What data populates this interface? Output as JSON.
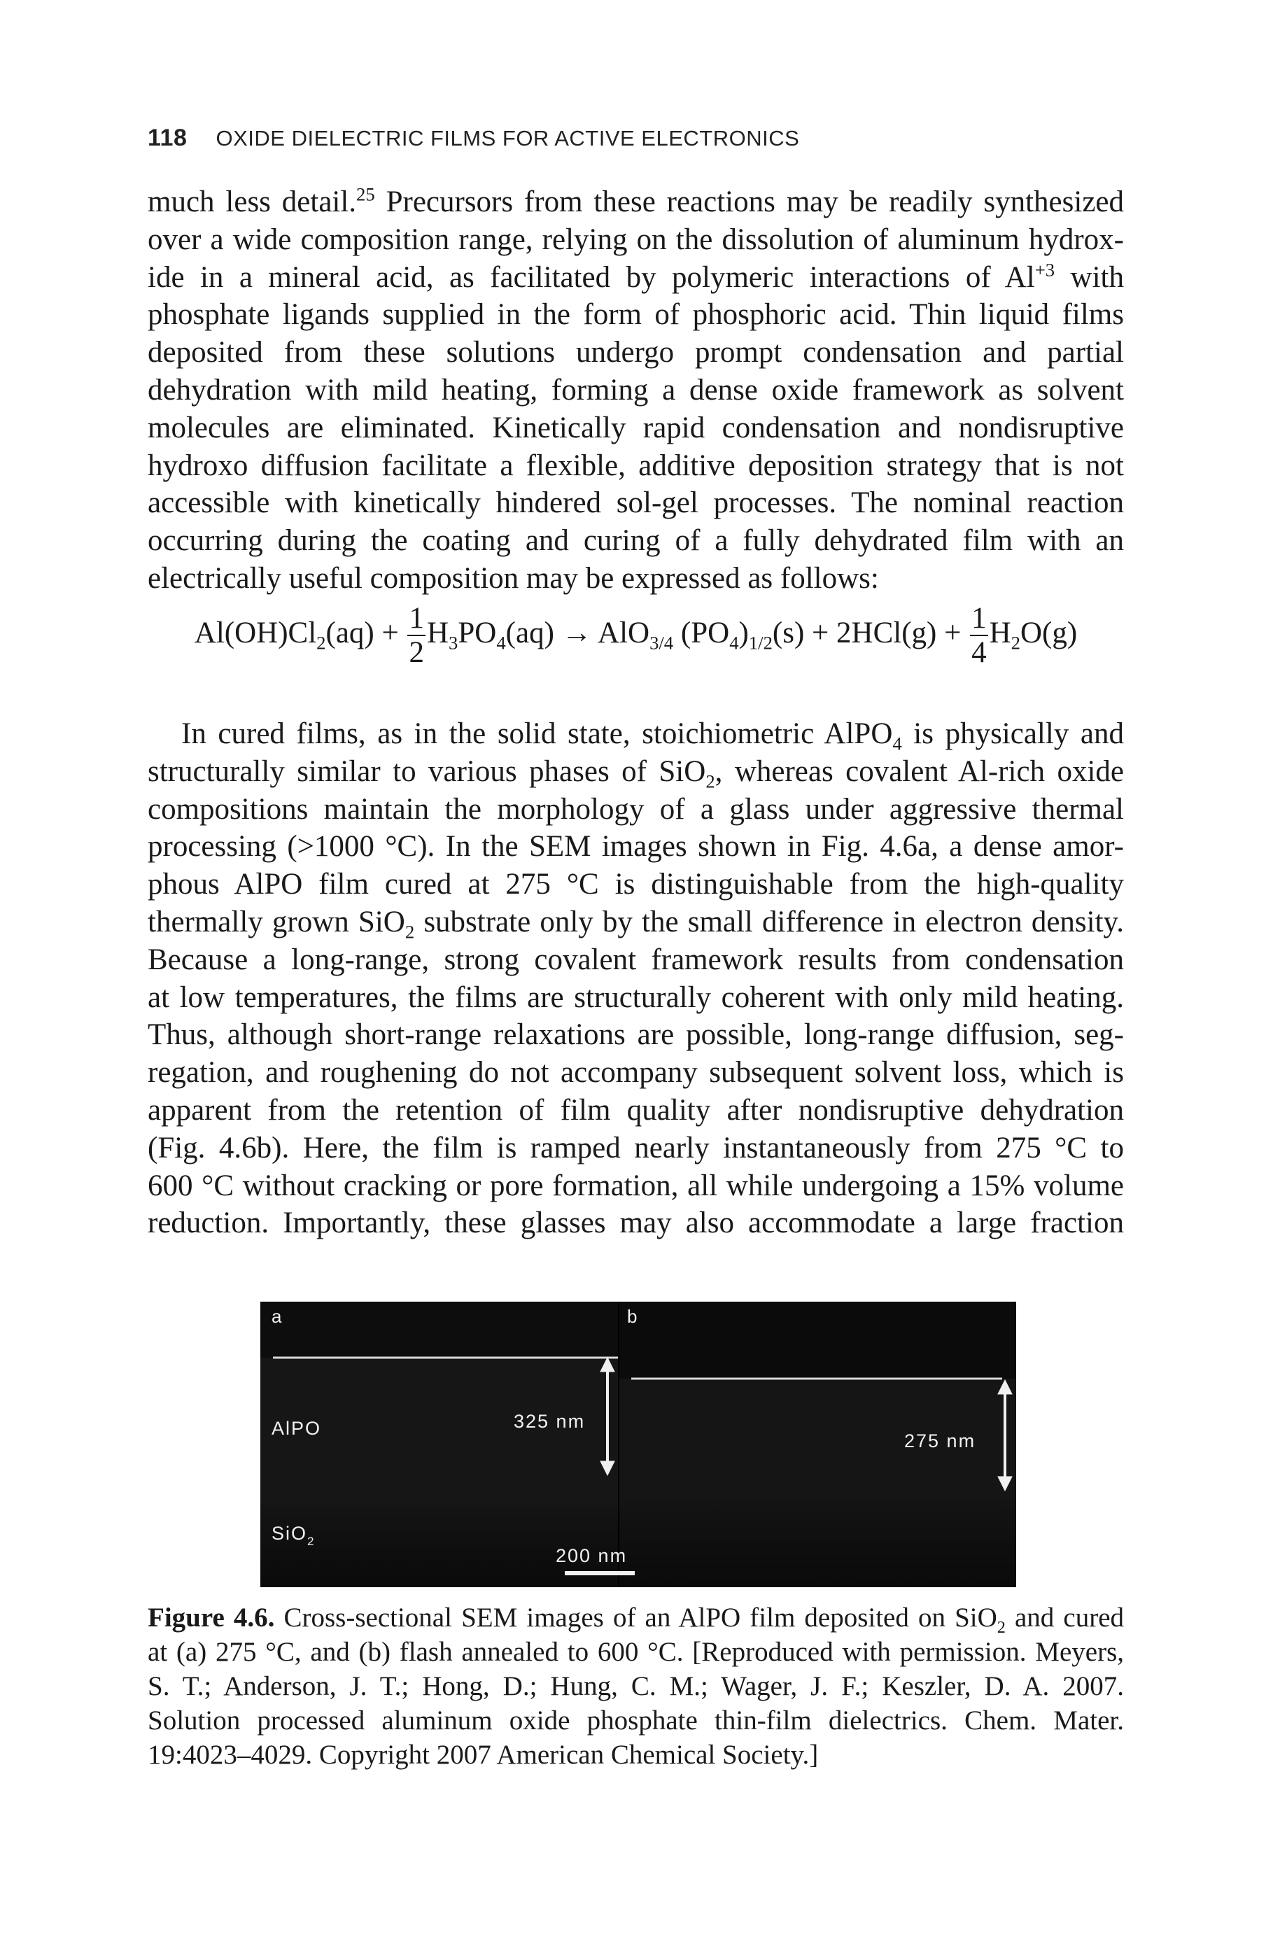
{
  "header": {
    "page_number": "118",
    "running_title": "OXIDE DIELECTRIC FILMS FOR ACTIVE ELECTRONICS"
  },
  "paragraph1": {
    "lines": [
      [
        "much less detail.",
        "25",
        " Precursors from these reactions may be readily synthesized"
      ],
      [
        "over a wide composition range, relying on the dissolution of aluminum hydrox-"
      ],
      [
        "ide in a mineral acid, as facilitated by polymeric interactions of Al",
        "+3",
        " with"
      ],
      [
        "phosphate ligands supplied in the form of phosphoric acid. Thin liquid films"
      ],
      [
        "deposited from these solutions undergo prompt condensation and partial"
      ],
      [
        "dehydration with mild heating, forming a dense oxide framework as solvent"
      ],
      [
        "molecules are eliminated. Kinetically rapid condensation and nondisruptive"
      ],
      [
        "hydroxo diffusion facilitate a flexible, additive deposition strategy that is not"
      ],
      [
        "accessible with kinetically hindered sol-gel processes. The nominal reaction"
      ],
      [
        "occurring during the coating and curing of a fully dehydrated film with an"
      ],
      [
        "electrically useful composition may be expressed as follows:"
      ]
    ]
  },
  "equation": {
    "t1": "Al(OH)Cl",
    "t1s": "2",
    "t2": "(aq) + ",
    "f1n": "1",
    "f1d": "2",
    "t3": "H",
    "t3s": "3",
    "t4": "PO",
    "t4s": "4",
    "t5": "(aq) → AlO",
    "t5s": "3/4",
    "t6": " (PO",
    "t6s": "4",
    "t7": ")",
    "t7s": "1/2",
    "t8": "(s) + 2HCl(g) + ",
    "f2n": "1",
    "f2d": "4",
    "t9": "H",
    "t9s": "2",
    "t10": "O(g)"
  },
  "paragraph2": {
    "lines": [
      [
        "In cured films, as in the solid state, stoichiometric AlPO",
        "4",
        " is physically and"
      ],
      [
        "structurally similar to various phases of SiO",
        "2",
        ", whereas covalent Al-rich oxide"
      ],
      [
        "compositions maintain the morphology of a glass under aggressive thermal"
      ],
      [
        "processing (>1000 °C). In the SEM images shown in Fig. 4.6a, a dense amor-"
      ],
      [
        "phous AlPO film cured at 275 °C is distinguishable from the high-quality"
      ],
      [
        "thermally grown SiO",
        "2",
        " substrate only by the small difference in electron density."
      ],
      [
        "Because a long-range, strong covalent framework results from condensation"
      ],
      [
        "at low temperatures, the films are structurally coherent with only mild heating."
      ],
      [
        "Thus, although short-range relaxations are possible, long-range diffusion, seg-"
      ],
      [
        "regation, and roughening do not accompany subsequent solvent loss, which is"
      ],
      [
        "apparent from the retention of film quality after nondisruptive dehydration"
      ],
      [
        "(Fig. 4.6b). Here, the film is ramped nearly instantaneously from 275 °C to"
      ],
      [
        "600 °C without cracking or pore formation, all while undergoing a 15% volume"
      ],
      [
        "reduction. Importantly, these glasses may also accommodate a large fraction"
      ]
    ]
  },
  "figure": {
    "panel_a_label": "a",
    "panel_b_label": "b",
    "layer_film": "AlPO",
    "layer_substrate": "SiO",
    "layer_substrate_sub": "2",
    "thickness_a": "325 nm",
    "thickness_b": "275 nm",
    "scale_bar": "200 nm"
  },
  "caption": {
    "label": "Figure 4.6.",
    "lines": [
      [
        " Cross-sectional SEM images of an AlPO film deposited on SiO",
        "2",
        " and cured"
      ],
      [
        "at (a) 275 °C, and (b) flash annealed to 600 °C. [Reproduced with permission. Meyers,"
      ],
      [
        "S. T.; Anderson, J. T.; Hong, D.; Hung, C. M.; Wager, J. F.; Keszler, D. A. 2007."
      ],
      [
        "Solution processed aluminum oxide phosphate thin-film dielectrics. Chem. Mater."
      ],
      [
        "19:4023–4029. Copyright 2007 American Chemical Society.]"
      ]
    ]
  }
}
